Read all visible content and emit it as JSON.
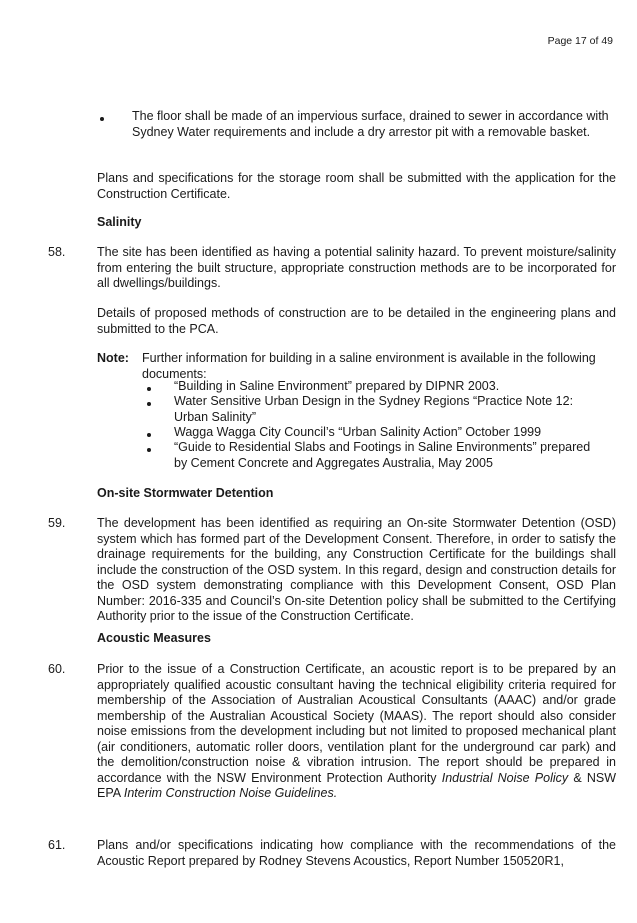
{
  "page_number": "Page 17 of 49",
  "top_bullet": "The floor shall be made of an impervious surface, drained to sewer in accordance with Sydney Water requirements and include a dry arrestor pit with a removable basket.",
  "storage_para": "Plans and specifications for the storage room shall be submitted with the application for the Construction Certificate.",
  "salinity": {
    "heading": "Salinity",
    "number": "58.",
    "para1": "The site has been identified as having a potential salinity hazard.  To prevent moisture/salinity from entering the built structure, appropriate construction methods are to be incorporated for all dwellings/buildings.",
    "para2": "Details of proposed methods of construction are to be detailed in the engineering plans and submitted to the PCA.",
    "note_label": "Note:",
    "note_text": "Further information for building in a saline environment is available in the following documents:",
    "docs": [
      "“Building in Saline Environment” prepared by DIPNR 2003.",
      "Water Sensitive Urban Design in the Sydney Regions “Practice Note 12: Urban Salinity”",
      "Wagga Wagga City Council’s “Urban Salinity Action” October 1999",
      "“Guide to Residential Slabs and Footings in Saline Environments” prepared by Cement Concrete and Aggregates Australia, May 2005"
    ]
  },
  "osd": {
    "heading": "On-site Stormwater Detention",
    "number": "59.",
    "para": "The development has been identified as requiring an On-site Stormwater Detention (OSD) system which has formed part of the Development Consent. Therefore, in order to satisfy the drainage requirements for the building, any Construction Certificate for the buildings shall include the construction of the OSD system. In this regard, design and construction details for the OSD system demonstrating compliance with this Development Consent, OSD Plan Number: 2016-335 and Council’s On-site Detention policy shall be submitted to the Certifying Authority prior to the issue of the Construction Certificate."
  },
  "acoustic": {
    "heading": "Acoustic Measures",
    "number": "60.",
    "para": "Prior to the issue of a Construction Certificate, an acoustic report is to be prepared by an appropriately qualified acoustic consultant having the technical eligibility criteria required for membership of the Association of Australian Acoustical Consultants (AAAC) and/or grade membership of the Australian Acoustical Society (MAAS). The report should also consider noise emissions from the development including but not limited to proposed mechanical plant (air conditioners, automatic roller doors, ventilation plant for the underground car park) and the demolition/construction noise & vibration intrusion. The report should be prepared in accordance with the NSW Environment Protection Authority",
    "ref1": "Industrial Noise Policy",
    "ref_join": " & NSW EPA ",
    "ref2": "Interim Construction Noise Guidelines."
  },
  "item61": {
    "number": "61.",
    "para": "Plans and/or specifications indicating how compliance with the recommendations of the Acoustic Report prepared by Rodney Stevens Acoustics, Report Number 150520R1,"
  }
}
